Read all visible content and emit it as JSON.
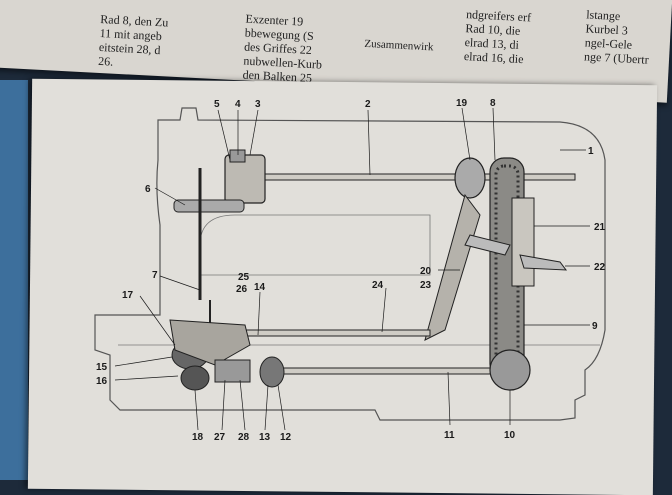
{
  "top_page": {
    "lines_left": [
      "Rad 8, den Zu",
      "11 mit angeb",
      "eitstein 28, d",
      "26."
    ],
    "lines_middle": [
      "Exzenter 19",
      "bbewegung (S",
      "des Griffes 22",
      "nubwellen-Kurb",
      "den Balken 25"
    ],
    "heading_middle": "Zusammenwirk",
    "lines_right": [
      "ndgreifers erf",
      "Rad 10, die",
      "elrad 13, di",
      "elrad 16, die"
    ],
    "lines_far_right": [
      "lstange",
      "Kurbel 3",
      "ngel-Gele",
      "nge 7 (Ubertr"
    ]
  },
  "diagram": {
    "part_labels": [
      "1",
      "2",
      "3",
      "4",
      "5",
      "6",
      "7",
      "8",
      "9",
      "10",
      "11",
      "12",
      "13",
      "14",
      "15",
      "16",
      "17",
      "18",
      "19",
      "20",
      "21",
      "22",
      "23",
      "24",
      "25",
      "26",
      "27",
      "28"
    ]
  }
}
